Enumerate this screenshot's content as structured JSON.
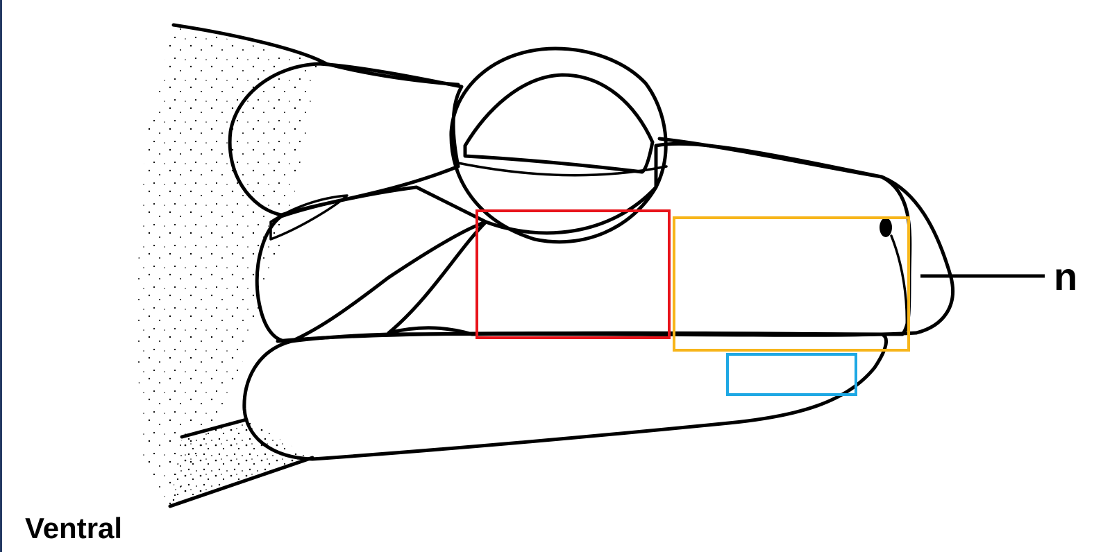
{
  "figure": {
    "structure_label": "n",
    "orientation_label": "Ventral"
  },
  "highlight_boxes": [
    {
      "name": "red-highlight-box",
      "color": "#e8141b"
    },
    {
      "name": "orange-highlight-box",
      "color": "#f7b51a"
    },
    {
      "name": "blue-highlight-box",
      "color": "#1ea8e4"
    }
  ]
}
